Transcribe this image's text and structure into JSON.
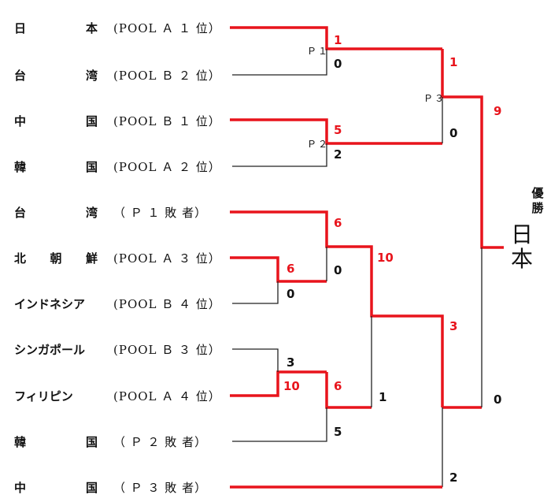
{
  "teams": [
    {
      "name": [
        "日",
        "本"
      ],
      "seed": "(POOL Ａ １ 位）"
    },
    {
      "name": [
        "台",
        "湾"
      ],
      "seed": "(POOL Ｂ ２ 位）"
    },
    {
      "name": [
        "中",
        "国"
      ],
      "seed": "(POOL Ｂ １ 位）"
    },
    {
      "name": [
        "韓",
        "国"
      ],
      "seed": "(POOL Ａ ２ 位）"
    },
    {
      "name": [
        "台",
        "湾"
      ],
      "seed": "（ Ｐ １ 敗 者）"
    },
    {
      "name": [
        "北",
        "朝",
        "鮮"
      ],
      "seed": "(POOL Ａ ３ 位）"
    },
    {
      "name": [
        "インドネシア"
      ],
      "seed": "(POOL Ｂ ４ 位）"
    },
    {
      "name": [
        "シンガポール"
      ],
      "seed": "(POOL Ｂ ３ 位）"
    },
    {
      "name": [
        "フィリピン"
      ],
      "seed": "(POOL Ａ ４ 位）"
    },
    {
      "name": [
        "韓",
        "国"
      ],
      "seed": "（ Ｐ ２ 敗 者）"
    },
    {
      "name": [
        "中",
        "国"
      ],
      "seed": "（ Ｐ ３ 敗 者）"
    }
  ],
  "pools": {
    "p1": "Ｐ１",
    "p2": "Ｐ２",
    "p3": "Ｐ３"
  },
  "scores": {
    "p1_winner": "1",
    "p1_loser": "0",
    "p2_winner": "5",
    "p2_loser": "2",
    "p3_winner": "1",
    "p3_loser": "0",
    "r1_winner": "6",
    "r1_loser": "0",
    "r2_winner": "10",
    "r2_loser": "3",
    "r3_winner": "6",
    "r3_loser": "0",
    "r4_winner": "6",
    "r4_loser": "5",
    "r5_winner": "10",
    "r5_loser": "1",
    "r6_winner": "3",
    "r6_loser": "2",
    "final_winner": "9",
    "final_loser": "0"
  },
  "champion": {
    "label": "優勝",
    "name": "日本"
  },
  "colors": {
    "winner": "#e8141c",
    "loser": "#222222"
  }
}
